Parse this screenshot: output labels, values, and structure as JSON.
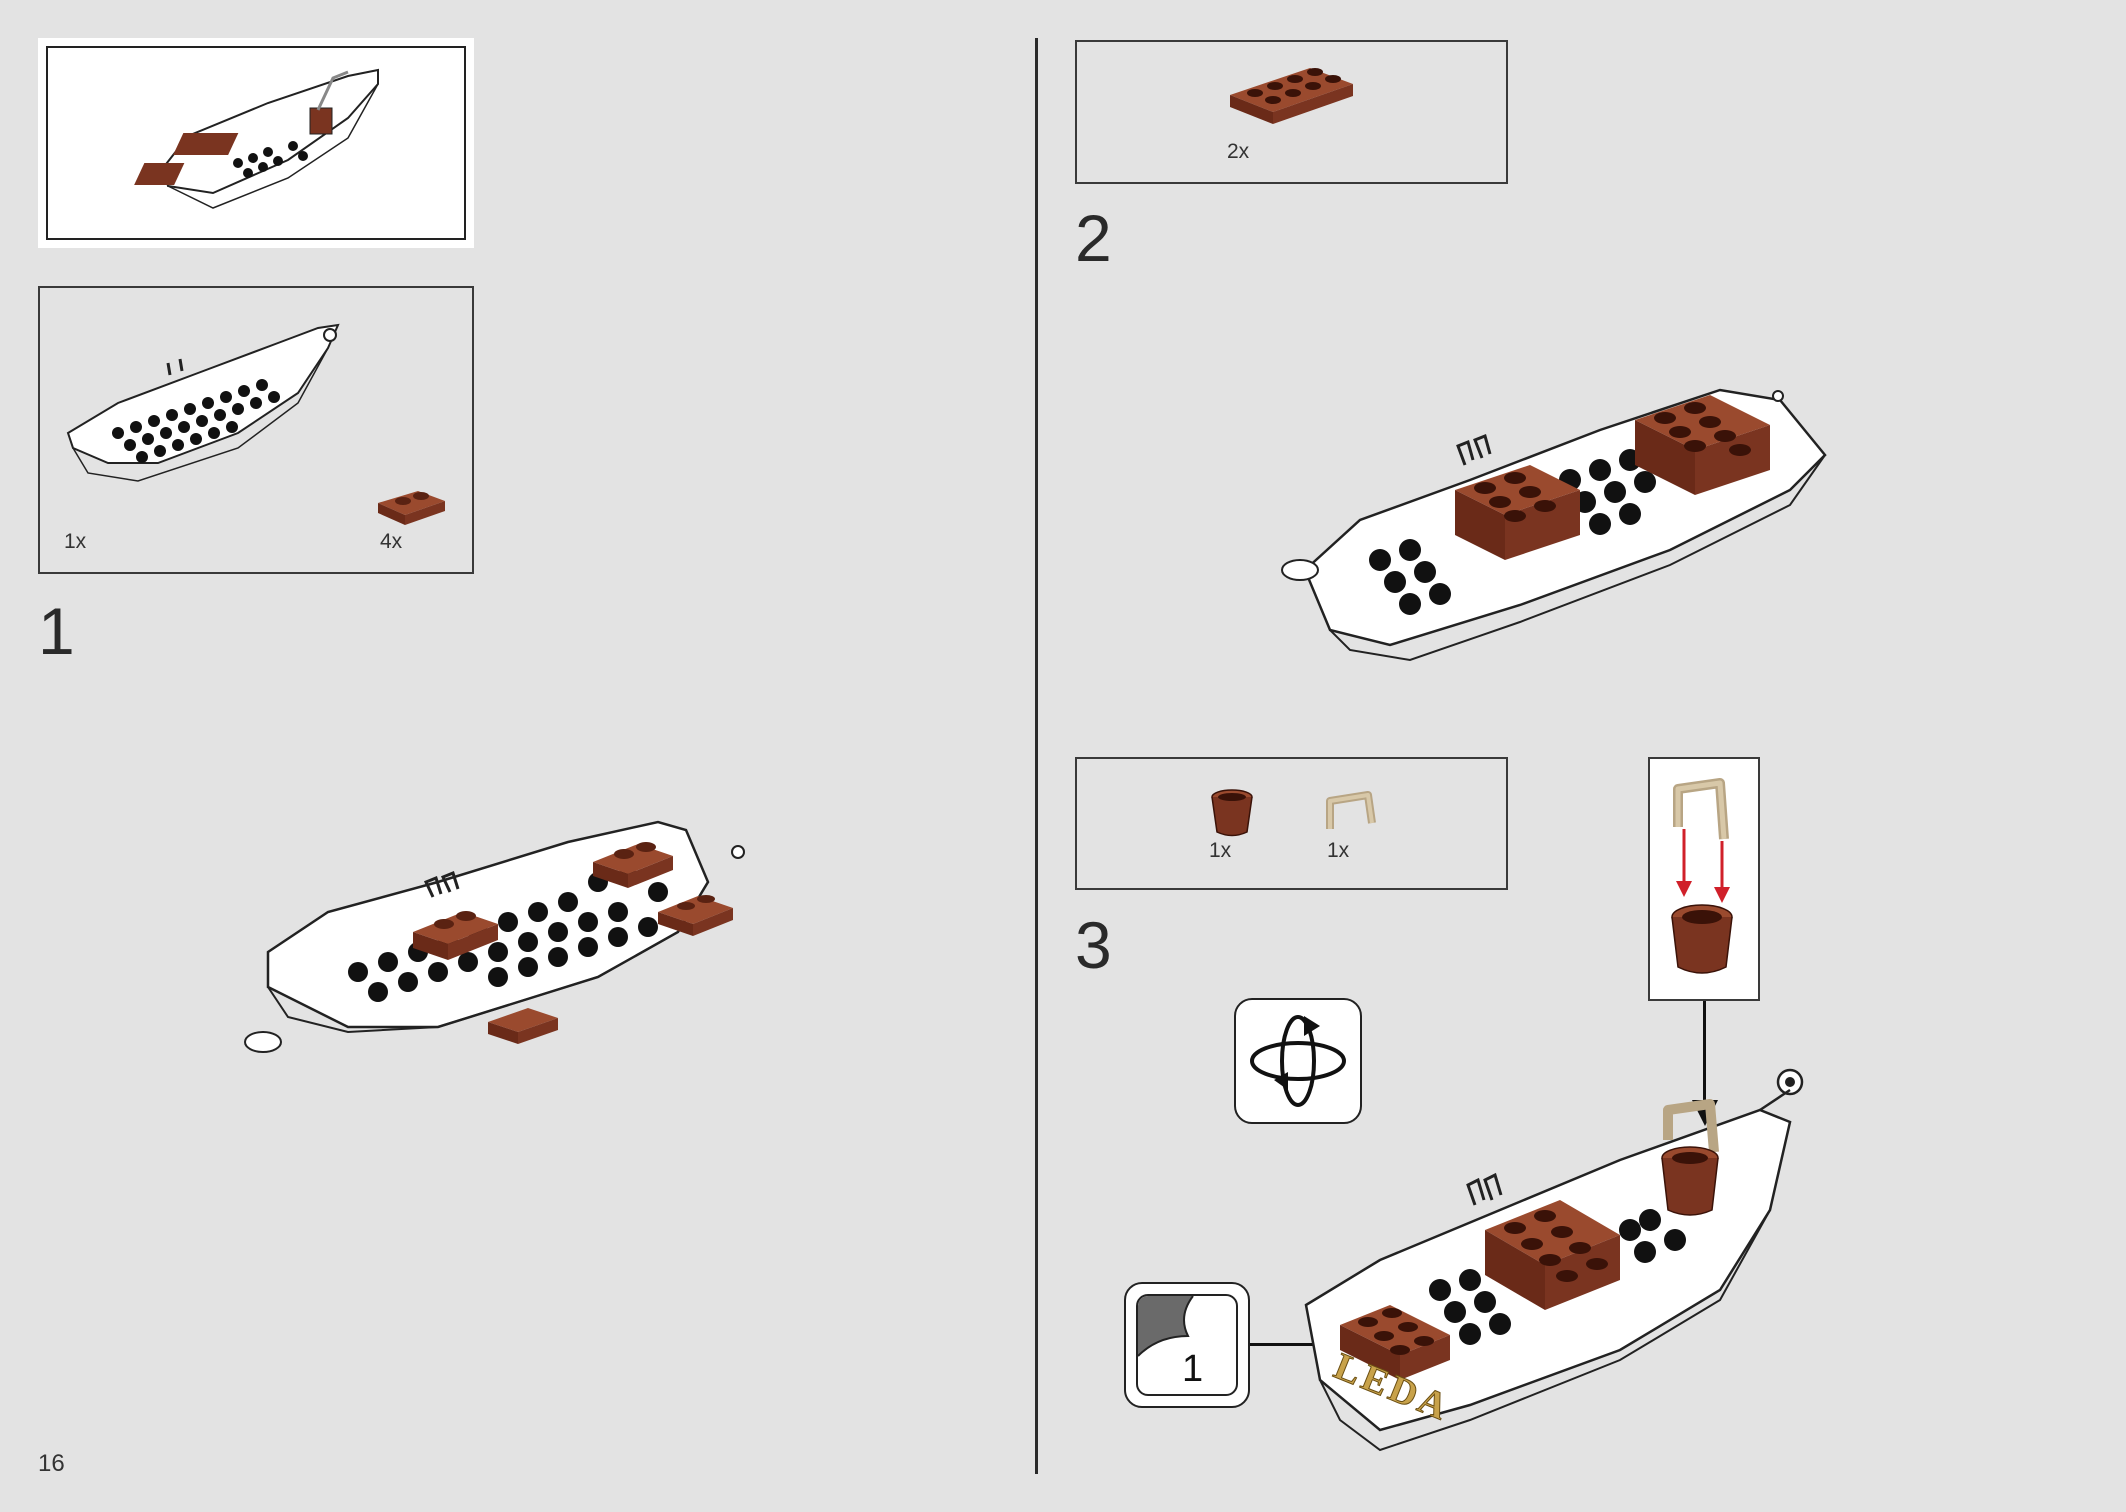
{
  "page": {
    "number": "16"
  },
  "left": {
    "step1": {
      "number": "1",
      "parts": [
        {
          "qty": "1x",
          "part": "white boat hull"
        },
        {
          "qty": "4x",
          "part": "reddish brown plate 1x2"
        }
      ]
    }
  },
  "right": {
    "step2": {
      "number": "2",
      "parts": [
        {
          "qty": "2x",
          "part": "reddish brown plate 2x4"
        }
      ]
    },
    "step3": {
      "number": "3",
      "parts": [
        {
          "qty": "1x",
          "part": "reddish brown bucket"
        },
        {
          "qty": "1x",
          "part": "tan bucket handle"
        }
      ],
      "sticker": {
        "number": "1",
        "text": "LEDA"
      },
      "rotate_icon": "rotate-model-icon"
    }
  },
  "colors": {
    "background": "#e3e3e3",
    "reddish_brown": "#7a3420",
    "tan": "#cdbb9b",
    "arrow_red": "#d0202a"
  }
}
